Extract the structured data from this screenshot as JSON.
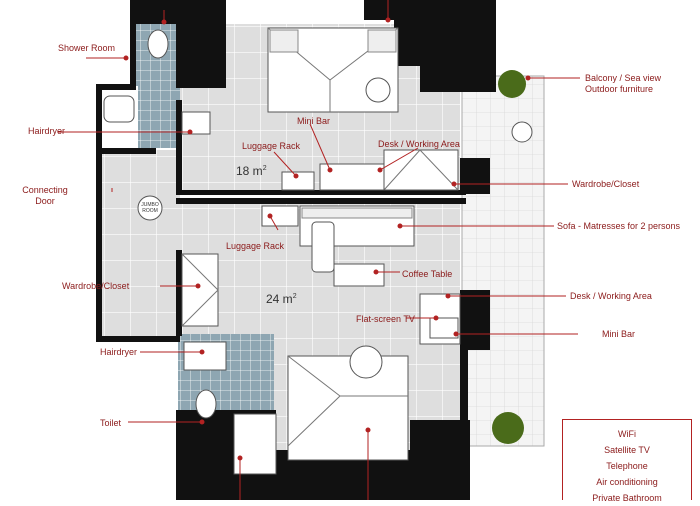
{
  "labels": {
    "shower_room": "Shower Room",
    "hairdryer_1": "Hairdryer",
    "connecting_door_1": "Connecting",
    "connecting_door_2": "Door",
    "jumbo_room_1": "JUMBO",
    "jumbo_room_2": "ROOM",
    "luggage_rack_1": "Luggage Rack",
    "mini_bar_1": "Mini Bar",
    "desk_working_area_1": "Desk / Working Area",
    "balcony_1": "Balcony / Sea view",
    "balcony_2": "Outdoor furniture",
    "wardrobe_closet_1": "Wardrobe/Closet",
    "sofa": "Sofa - Matresses for 2 persons",
    "luggage_rack_2": "Luggage Rack",
    "coffee_table": "Coffee Table",
    "wardrobe_closet_2": "Wardrobe/Closet",
    "desk_working_area_2": "Desk / Working Area",
    "flat_screen_tv": "Flat-screen TV",
    "mini_bar_2": "Mini Bar",
    "hairdryer_2": "Hairdryer",
    "toilet": "Toilet"
  },
  "rooms": {
    "room1_area": "18 m",
    "room2_area": "24 m",
    "unit_superscript": "2"
  },
  "amenities": [
    "WiFi",
    "Satellite TV",
    "Telephone",
    "Air conditioning",
    "Private Bathroom"
  ],
  "colors": {
    "label_text": "#8b1a1a",
    "leader_line": "#b22222",
    "wall": "#111111",
    "floor": "#dcdcdc",
    "tile": "#8fa7b3",
    "balcony_floor": "#f0f0f0"
  }
}
